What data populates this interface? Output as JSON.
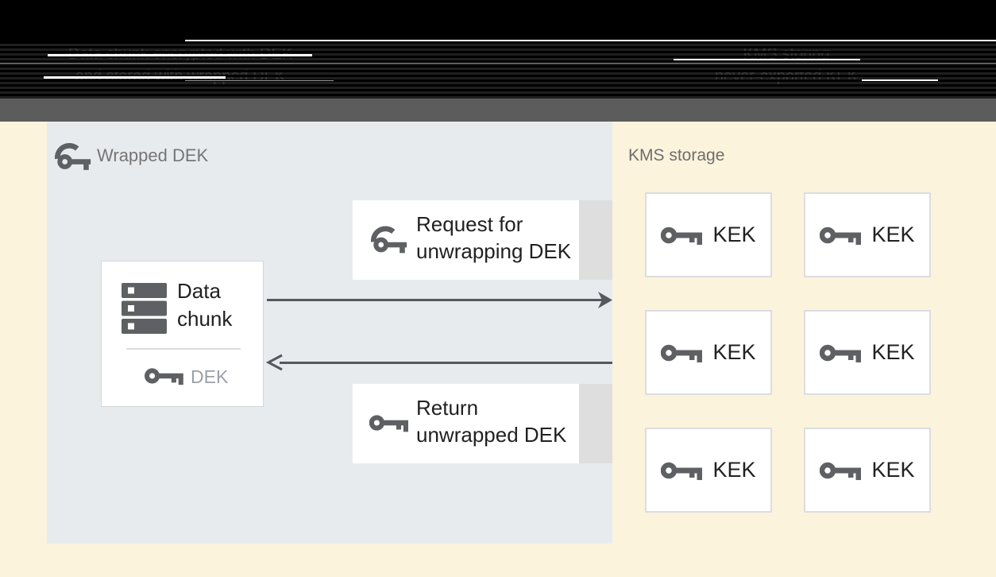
{
  "header": {
    "left_caption": {
      "line1": "Data chunk encrypted with DEK",
      "line2": "and stored with wrapped DEK"
    },
    "right_caption": {
      "line1": "KMS storing",
      "line2": "never-exported KEK"
    }
  },
  "left_panel": {
    "label": "Wrapped DEK",
    "data_chunk_box": {
      "title": "Data chunk",
      "key_label": "DEK"
    },
    "request_box": {
      "line1": "Request for",
      "line2": "unwrapping DEK"
    },
    "return_box": {
      "line1": "Return",
      "line2": "unwrapped DEK"
    }
  },
  "kms_panel": {
    "label": "KMS storage",
    "keks": [
      {
        "label": "KEK"
      },
      {
        "label": "KEK"
      },
      {
        "label": "KEK"
      },
      {
        "label": "KEK"
      },
      {
        "label": "KEK"
      },
      {
        "label": "KEK"
      }
    ]
  },
  "icons": {
    "wrapped_key": "key-with-wrap-arc",
    "flat_key": "key",
    "data_chunk": "server-stack",
    "request_arrow": "arrow-right",
    "return_arrow": "arrow-left"
  },
  "colors": {
    "page_cream": "#FBF3DC",
    "panel_blue_gray": "#E8EBEE",
    "header_black": "#000000",
    "caption_text": "#3C3C3C",
    "divider_band_gray": "#5C5C5C",
    "box_white": "#FFFFFF",
    "box_border": "#D3D6DA",
    "box_side_strip": "#DEDEDE",
    "icon_gray": "#5E6064",
    "arrow_gray": "#55585C",
    "text_dark": "#212121",
    "label_gray": "#757575",
    "dek_text_gray": "#9AA0A6"
  }
}
